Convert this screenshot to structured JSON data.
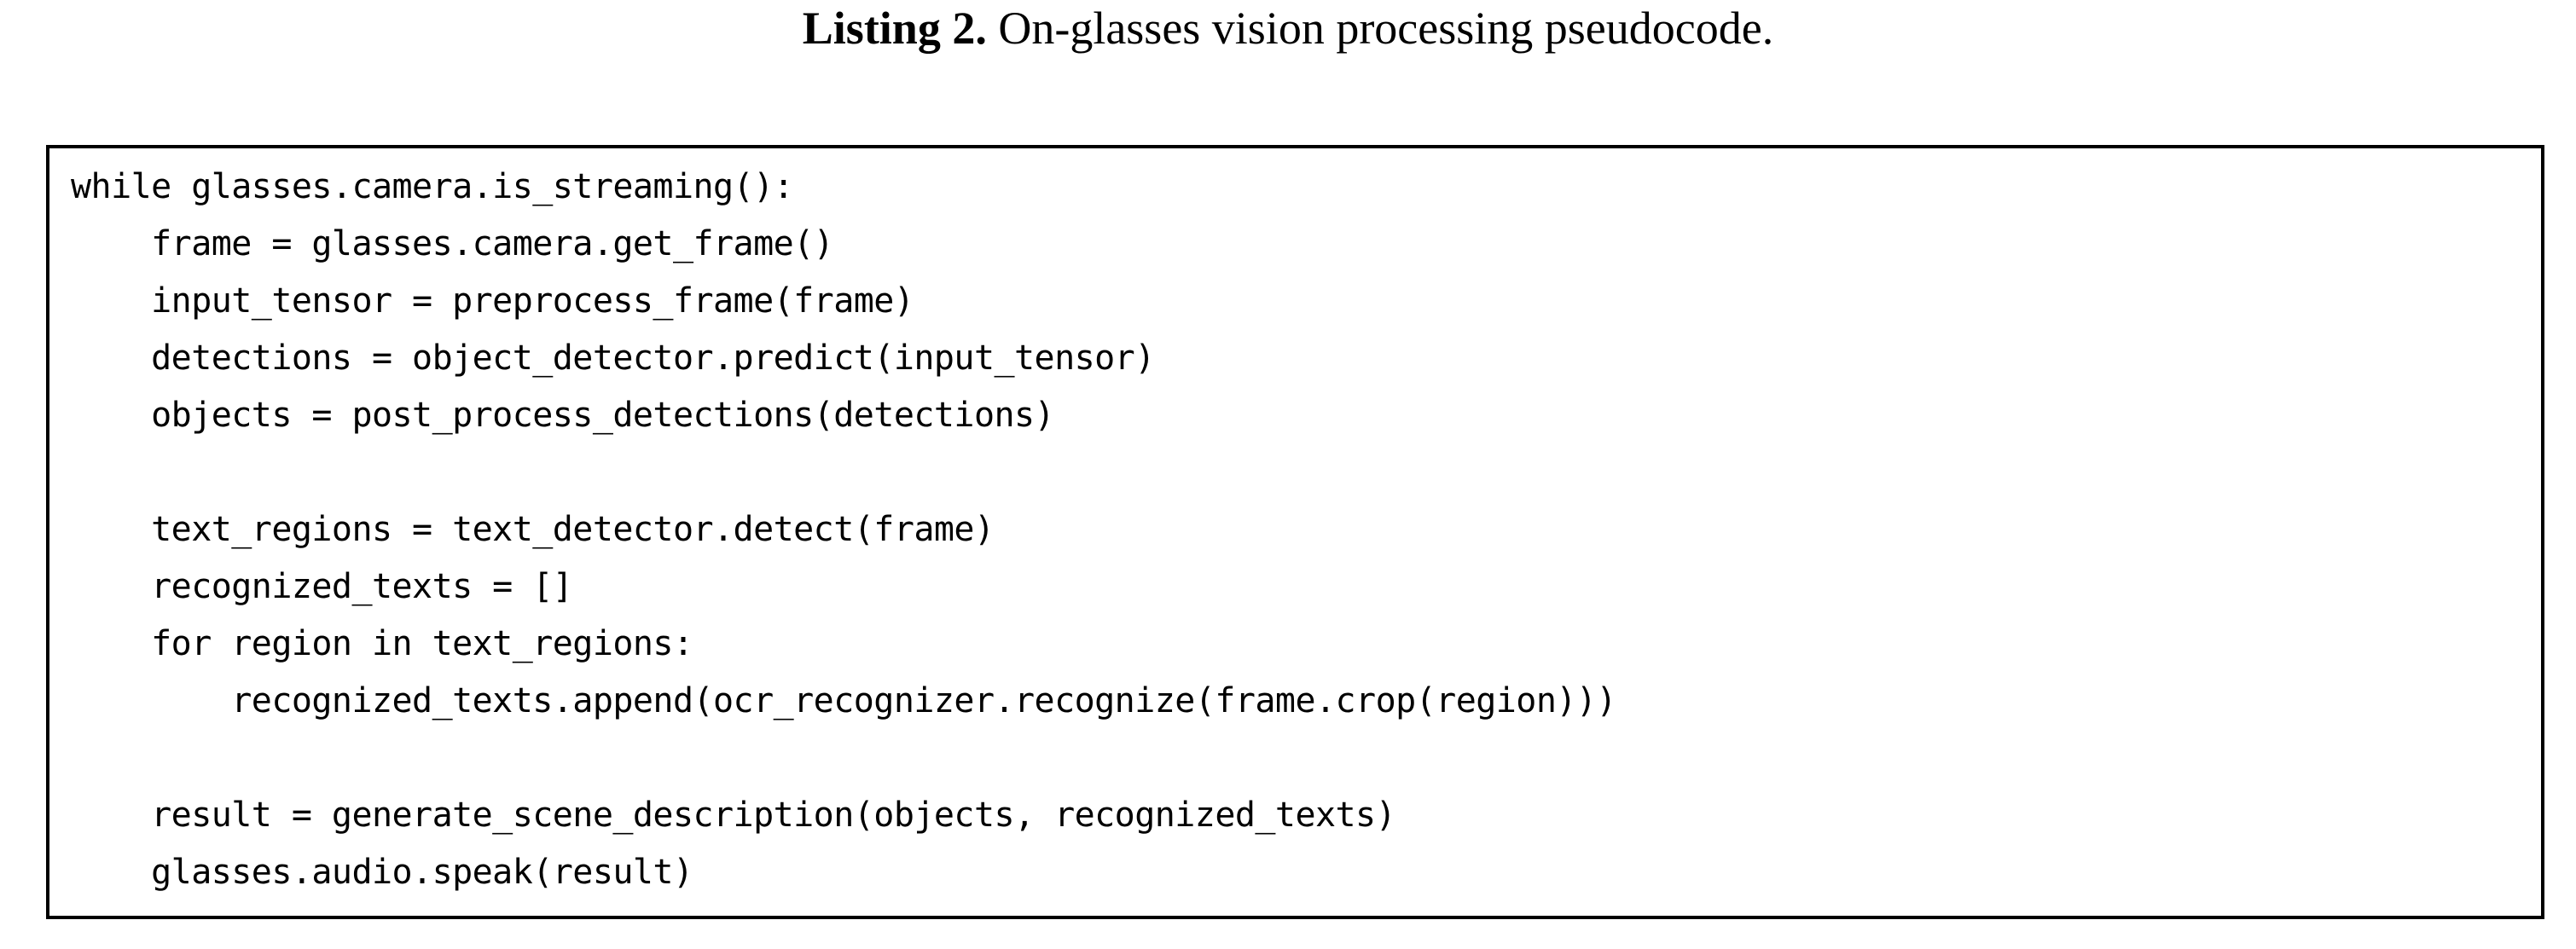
{
  "caption": {
    "label": "Listing 2.",
    "text": " On-glasses vision processing pseudocode.",
    "full": "Listing 2. On-glasses vision processing pseudocode."
  },
  "code_block": {
    "language": "python-pseudocode",
    "border_color": "#000000",
    "background_color": "#ffffff",
    "text_color": "#000000",
    "lines": [
      "while glasses.camera.is_streaming():",
      "    frame = glasses.camera.get_frame()",
      "    input_tensor = preprocess_frame(frame)",
      "    detections = object_detector.predict(input_tensor)",
      "    objects = post_process_detections(detections)",
      "",
      "    text_regions = text_detector.detect(frame)",
      "    recognized_texts = []",
      "    for region in text_regions:",
      "        recognized_texts.append(ocr_recognizer.recognize(frame.crop(region)))",
      "",
      "    result = generate_scene_description(objects, recognized_texts)",
      "    glasses.audio.speak(result)"
    ]
  }
}
